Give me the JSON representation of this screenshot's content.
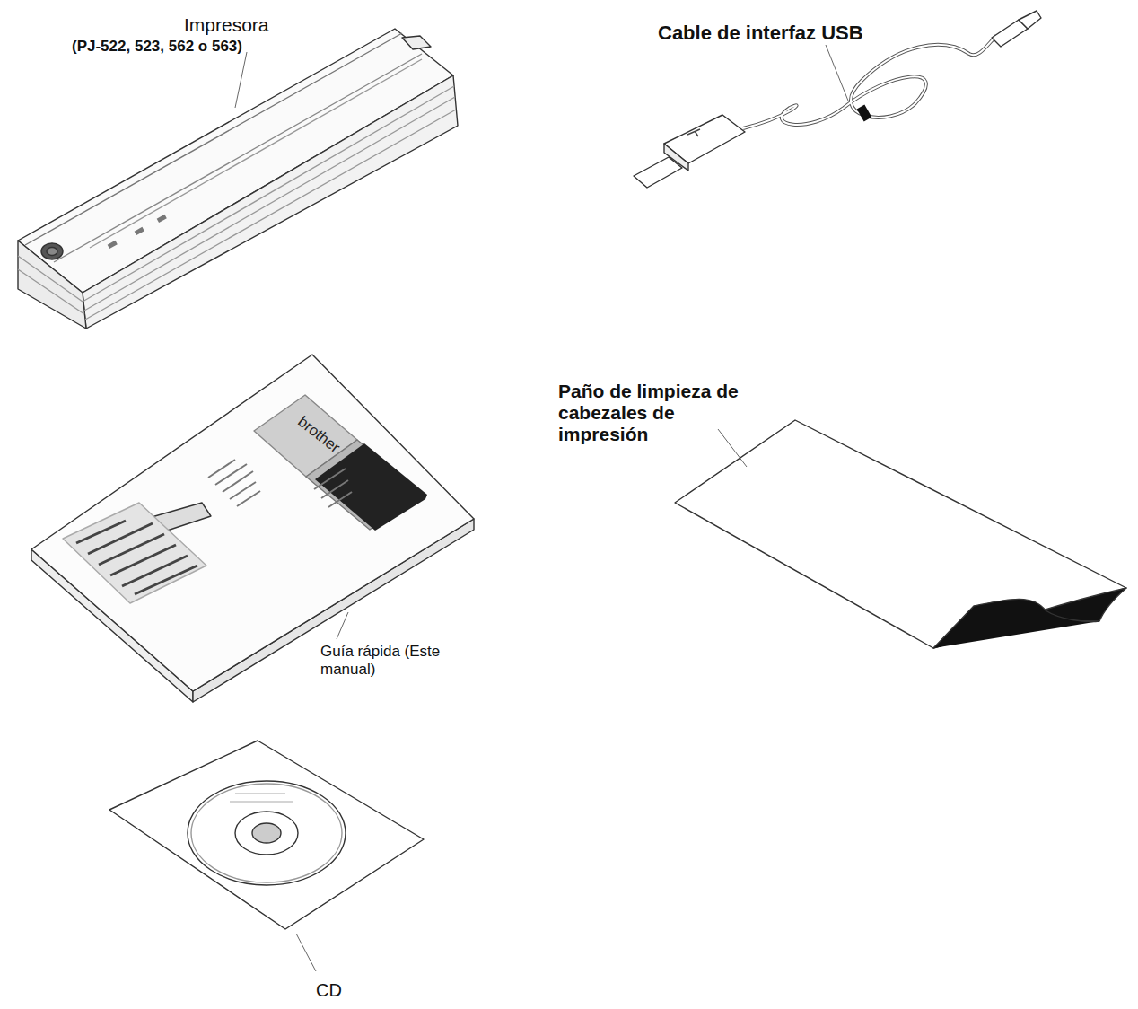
{
  "diagram": {
    "labels": [
      "Impresora",
      "(PJ-522, 523, 562 o 563)",
      "Cable de interfaz USB",
      "brother",
      "Paño de limpieza de cabezales de impresión",
      "Guía rápida (Este manual)",
      "CD"
    ]
  }
}
